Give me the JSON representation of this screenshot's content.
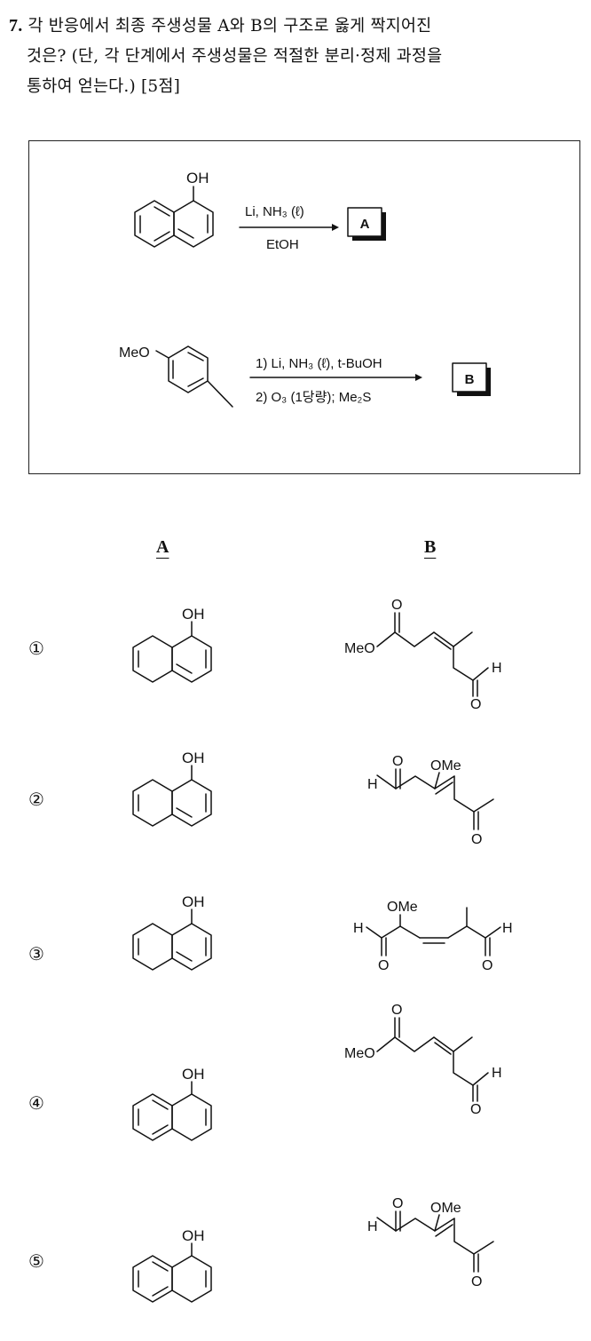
{
  "question": {
    "number": "7.",
    "line1": "각 반응에서 최종 주생성물 A와 B의 구조로 옳게 짝지어진",
    "line2": "것은? (단, 각 단계에서 주생성물은 적절한 분리·정제 과정을",
    "line3": "통하여 얻는다.) [5점]"
  },
  "scheme": {
    "reaction1": {
      "reactant_group": "OH",
      "reagent_top": "Li, NH₃ (ℓ)",
      "reagent_bottom": "EtOH",
      "product_label": "A"
    },
    "reaction2": {
      "reactant_group": "MeO",
      "step1": "1) Li, NH₃ (ℓ), t-BuOH",
      "step2": "2) O₃ (1당량); Me₂S",
      "product_label": "B"
    }
  },
  "columns": {
    "a": "A",
    "b": "B"
  },
  "options": [
    {
      "mark": "①",
      "a_label": "OH",
      "b_labels": [
        "O",
        "MeO",
        "H",
        "O"
      ]
    },
    {
      "mark": "②",
      "a_label": "OH",
      "b_labels": [
        "O",
        "OMe",
        "H",
        "O"
      ]
    },
    {
      "mark": "③",
      "a_label": "OH",
      "b_labels": [
        "OMe",
        "H",
        "H",
        "O",
        "O"
      ]
    },
    {
      "mark": "④",
      "a_label": "OH",
      "b_labels": [
        "O",
        "MeO",
        "H",
        "O"
      ]
    },
    {
      "mark": "⑤",
      "a_label": "OH",
      "b_labels": [
        "O",
        "OMe",
        "H",
        "O"
      ]
    }
  ]
}
